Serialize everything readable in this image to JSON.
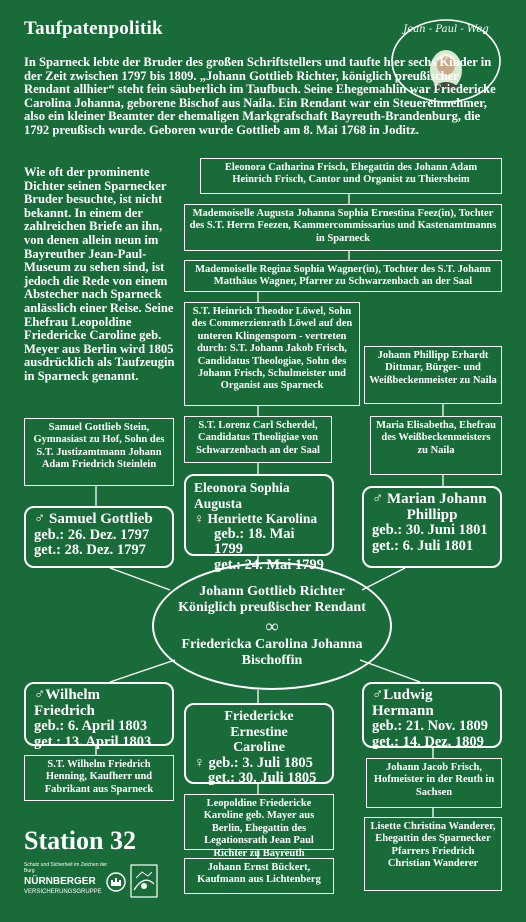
{
  "title": "Taufpatenpolitik",
  "intro": "In Sparneck lebte der Bruder des großen Schriftstellers und taufte hier sechs Kinder in der Zeit zwischen 1797 bis 1809. „Johann Gottlieb Richter, königlich preußischer Rendant allhier“ steht fein säuberlich im Taufbuch. Seine Ehegemahlin war Friedericke Carolina Johanna, geborene Bischof aus Naila. Ein Rendant war ein Steuereinnehmer, also ein kleiner Beamter der ehemaligen Markgrafschaft Bayreuth-Brandenburg, die 1792 preußisch wurde. Geboren wurde Gottlieb am 8. Mai 1768 in Joditz.",
  "side_text": "Wie oft der prominente Dichter seinen Sparnecker Bruder besuchte, ist nicht bekannt. In einem der zahlreichen Briefe an ihn, von denen allein neun im Bayreuther Jean-Paul-Museum zu sehen sind, ist jedoch die Rede von einem Abstecher nach Sparneck anlässlich einer Reise. Seine Ehefrau Leopoldine Friedericke Caroline geb. Meyer aus Berlin wird 1805 ausdrücklich als Taufzeugin in Sparneck genannt.",
  "logo": {
    "text": "Jean - Paul - Weg",
    "icon": "jean-paul-portrait-icon"
  },
  "godparents": {
    "eleonora": "Eleonora Catharina Frisch, Ehegattin des Johann Adam Heinrich Frisch, Cantor und Organist zu Thiersheim",
    "augusta": "Mademoiselle Augusta Johanna Sophia Ernestina Feez(in), Tochter des S.T. Herrn Feezen, Kammercommissarius und Kastenamtmanns in Sparneck",
    "regina": "Mademoiselle Regina Sophia Wagner(in), Tochter des S.T. Johann Matthäus Wagner, Pfarrer zu Schwarzenbach an der Saal",
    "loewel": "S.T. Heinrich Theodor Löwel, Sohn des Commerzienrath Löwel auf den unteren Klingensporn - vertreten durch: S.T. Johann Jakob Frisch, Candidatus Theologiae, Sohn des Johann Frisch, Schulmeister und Organist aus Sparneck",
    "dittmar": "Johann Phillipp Erhardt Dittmar, Bürger- und Weißbeckenmeister zu Naila",
    "stein": "Samuel Gottlieb Stein, Gymnasiast zu Hof, Sohn des S.T. Justizamtmann Johann Adam Friedrich Steinlein",
    "scherdel": "S.T. Lorenz Carl Scherdel, Candidatus Theoligiae von Schwarzenbach an der Saal",
    "maria": "Maria Elisabetha, Ehefrau des Weißbeckenmeisters zu Naila",
    "henning": "S.T. Wilhelm Friedrich Henning, Kaufherr und Fabrikant aus Sparneck",
    "leopoldine": "Leopoldine Friedericke Karoline geb. Mayer aus Berlin, Ehegattin des Legationsrath Jean Paul Richter zu Bayreuth",
    "jacob": "Johann Jacob Frisch, Hofmeister in der Reuth in Sachsen",
    "lisette": "Lisette Christina Wanderer, Ehegattin des Sparnecker Pfarrers Friedrich Christian Wanderer",
    "bueckert": "Johann Ernst Bückert, Kaufmann aus Lichtenberg"
  },
  "children": {
    "samuel": {
      "name": "♂ Samuel Gottlieb",
      "born": "geb.: 26. Dez. 1797",
      "died": "get.: 28. Dez. 1797"
    },
    "eleonora": {
      "name": "Eleonora Sophia Augusta",
      "name2": "♀  Henriette Karolina",
      "born": "geb.: 18. Mai 1799",
      "died": "get.: 24. Mai 1799"
    },
    "marian": {
      "name": "♂ Marian Johann",
      "name2": "Phillipp",
      "born": "geb.: 30. Juni 1801",
      "died": "get.: 6. Juli 1801"
    },
    "wilhelm": {
      "name": "♂Wilhelm Friedrich",
      "born": "geb.: 6. April 1803",
      "died": "get.: 13. April 1803"
    },
    "friedericke": {
      "name": "Friedericke Ernestine",
      "name2": "Caroline",
      "sym": "♀",
      "born": "geb.: 3. Juli 1805",
      "died": "get.: 30. Juli 1805"
    },
    "ludwig": {
      "name": "♂Ludwig Hermann",
      "born": "geb.: 21. Nov. 1809",
      "died": "get.: 14. Dez. 1809"
    }
  },
  "parents": {
    "father": "Johann Gottlieb Richter",
    "father_title": "Königlich preußischer Rendant",
    "symbol": "∞",
    "mother": "Friedericka Carolina Johanna",
    "mother2": "Bischoffin"
  },
  "station": "Station 32",
  "sponsor": {
    "small": "Schutz und Sicherheit im Zeichen der Burg",
    "brand": "NÜRNBERGER",
    "sub": "VERSICHERUNGSGRUPPE"
  },
  "colors": {
    "background": "#1a6b3a",
    "foreground": "#ffffff"
  }
}
